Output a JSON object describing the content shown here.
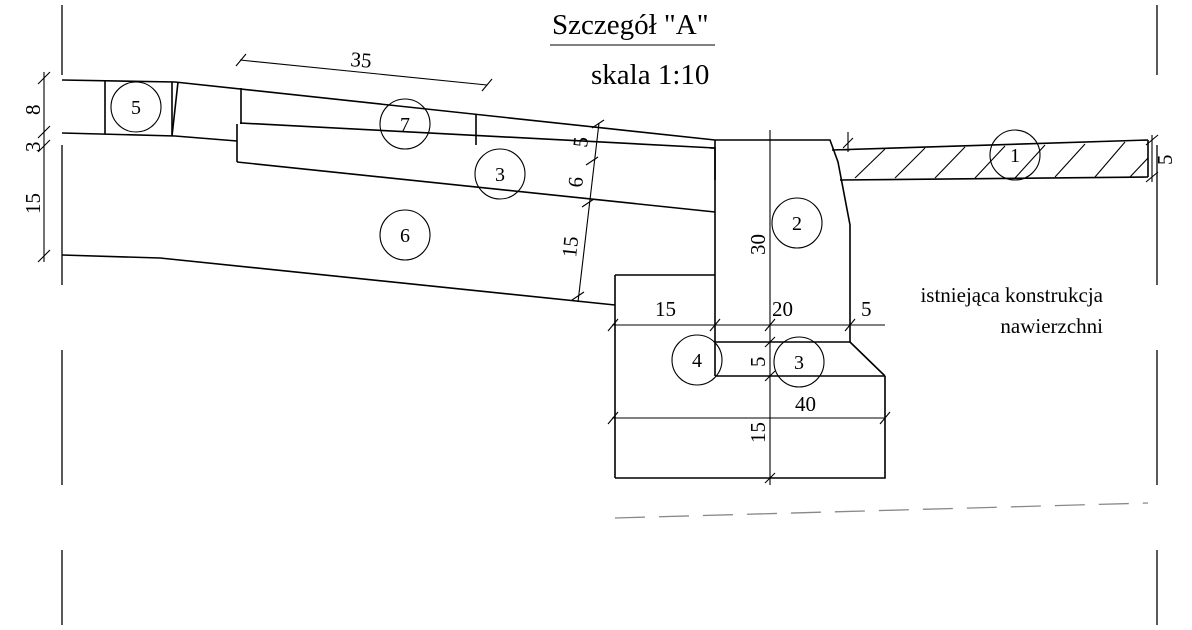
{
  "title": "Szczegół \"A\"",
  "scale": "skala 1:10",
  "note_line1": "istniejąca konstrukcja",
  "note_line2": "nawierzchni",
  "labels": {
    "l1": "1",
    "l2": "2",
    "l3a": "3",
    "l3b": "3",
    "l4": "4",
    "l5": "5",
    "l6": "6",
    "l7": "7"
  },
  "dimensions": {
    "d35": "35",
    "d5_top": "5",
    "d6": "6",
    "d15_diag": "15",
    "d30": "30",
    "d15_horiz": "15",
    "d20": "20",
    "d5_horiz": "5",
    "d5_vert": "5",
    "d40": "40",
    "d15_vert": "15",
    "d5_right": "5",
    "d8_left": "8",
    "d3_left": "3",
    "d15_left": "15"
  },
  "colors": {
    "line": "#000000",
    "dashed_line": "#888888",
    "background": "#ffffff"
  }
}
